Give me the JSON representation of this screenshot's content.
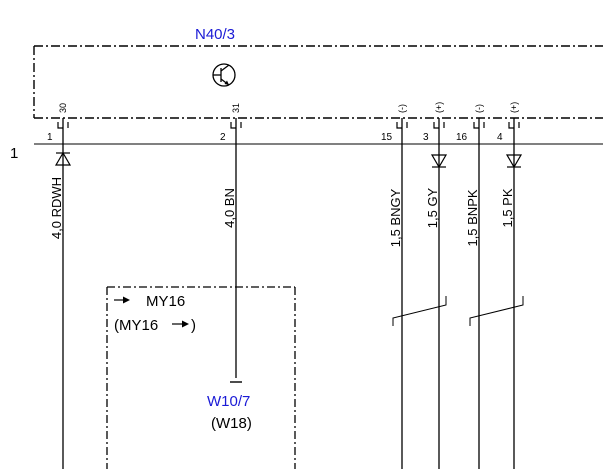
{
  "component": {
    "name": "N40/3",
    "transistor_icon": "transistor-icon"
  },
  "connector_row_label": "1",
  "pins": [
    {
      "pin": "1",
      "terminal": "30",
      "wire": "4,0 RDWH",
      "direction": "up"
    },
    {
      "pin": "2",
      "terminal": "31",
      "wire": "4,0 BN",
      "direction": "none"
    },
    {
      "pin": "15",
      "terminal": "(-)",
      "wire": "1,5 BNGY",
      "direction": "none"
    },
    {
      "pin": "3",
      "terminal": "(+)",
      "wire": "1,5 GY",
      "direction": "down"
    },
    {
      "pin": "16",
      "terminal": "(-)",
      "wire": "1,5 BNPK",
      "direction": "none"
    },
    {
      "pin": "4",
      "terminal": "(+)",
      "wire": "1,5 PK",
      "direction": "down"
    }
  ],
  "variant_box": {
    "line1": "MY16",
    "line2": "(MY16",
    "line2_end": ")"
  },
  "ground": {
    "name": "W10/7",
    "alt": "(W18)"
  },
  "colors": {
    "line": "#000000",
    "label_blue": "#1a1ad6"
  }
}
